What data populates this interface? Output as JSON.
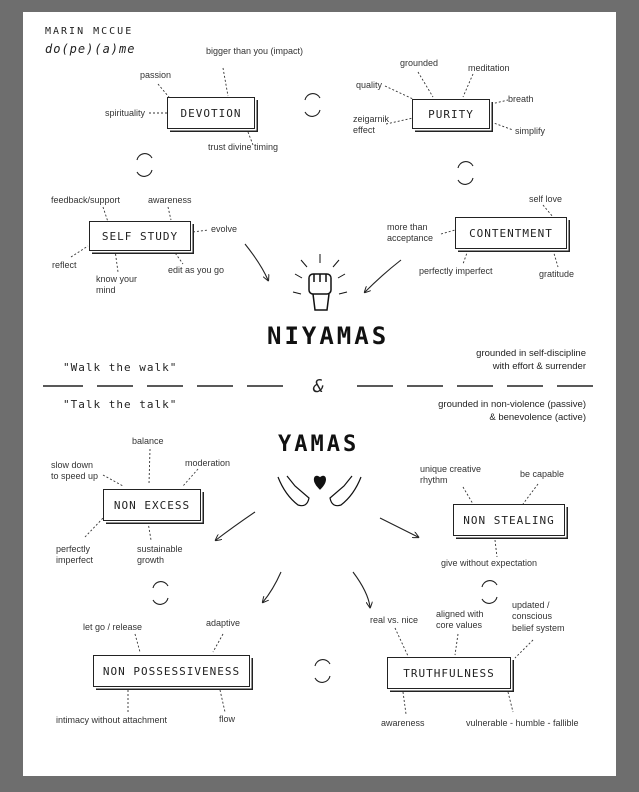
{
  "header": {
    "author": "MARIN MCCUE",
    "logo": "do(pe)(a)me"
  },
  "niyamas": {
    "title": "NIYAMAS",
    "tagline": "grounded in self-discipline\nwith effort & surrender",
    "quote": "\"Walk the walk\"",
    "devotion": {
      "label": "DEVOTION",
      "notes": [
        "bigger than you\n(impact)",
        "passion",
        "spirituality",
        "trust divine timing"
      ]
    },
    "purity": {
      "label": "PURITY",
      "notes": [
        "grounded",
        "meditation",
        "quality",
        "breath",
        "zeigarnik\neffect",
        "simplify"
      ]
    },
    "self_study": {
      "label": "SELF STUDY",
      "notes": [
        "feedback/support",
        "awareness",
        "evolve",
        "reflect",
        "know your\nmind",
        "edit as you go"
      ]
    },
    "contentment": {
      "label": "CONTENTMENT",
      "notes": [
        "self love",
        "more than\nacceptance",
        "perfectly imperfect",
        "gratitude"
      ]
    }
  },
  "divider": {
    "symbol": "&"
  },
  "yamas": {
    "title": "YAMAS",
    "tagline": "grounded in non-violence (passive)\n& benevolence (active)",
    "quote": "\"Talk the talk\"",
    "non_excess": {
      "label": "NON EXCESS",
      "notes": [
        "balance",
        "slow down\nto speed up",
        "moderation",
        "perfectly\nimperfect",
        "sustainable\ngrowth"
      ]
    },
    "non_stealing": {
      "label": "NON STEALING",
      "notes": [
        "unique creative\nrhythm",
        "be capable",
        "give without expectation"
      ]
    },
    "non_possessiveness": {
      "label": "NON POSSESSIVENESS",
      "notes": [
        "let go / release",
        "adaptive",
        "intimacy without attachment",
        "flow"
      ]
    },
    "truthfulness": {
      "label": "TRUTHFULNESS",
      "notes": [
        "real vs. nice",
        "aligned with\ncore values",
        "updated /\nconscious\nbelief system",
        "awareness",
        "vulnerable - humble - fallible"
      ]
    }
  },
  "icons": {
    "fist": "raised-fist-icon",
    "heart": "heart-hands-icon",
    "cycle": "cycle-arrows-icon"
  }
}
